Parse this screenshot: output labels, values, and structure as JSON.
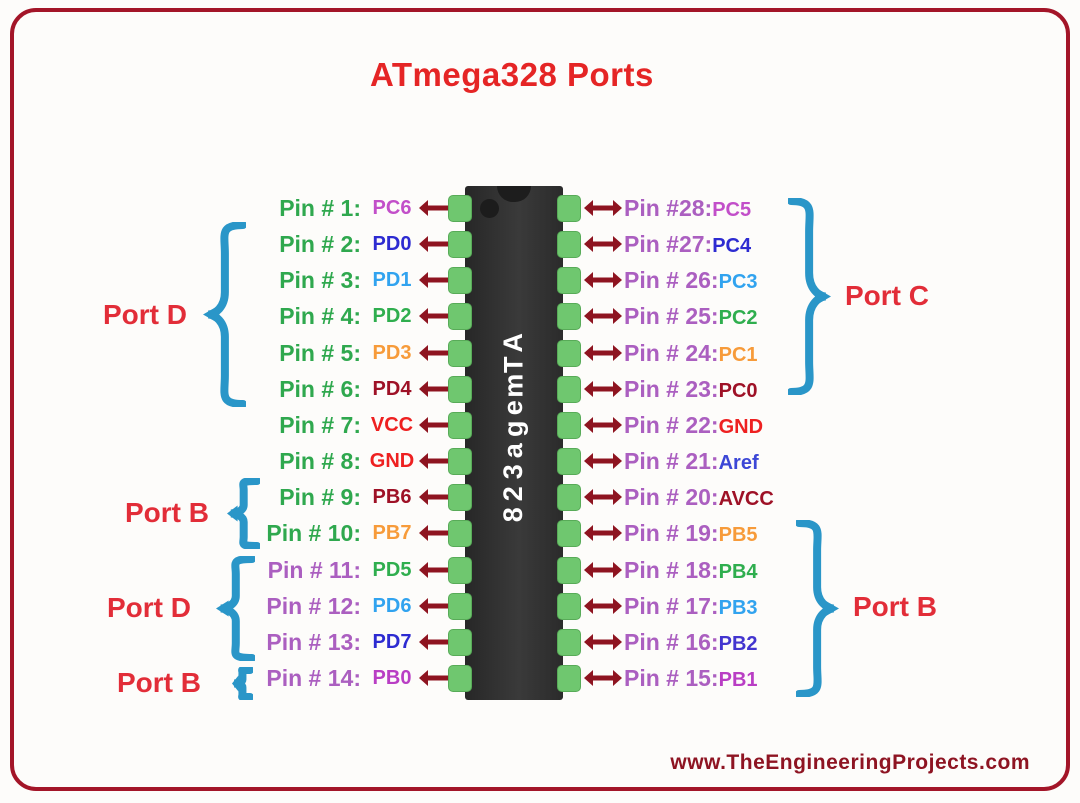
{
  "title": "ATmega328 Ports",
  "chip": {
    "label": "ATmega328"
  },
  "footer": {
    "url": "www.TheEngineeringProjects.com"
  },
  "colors": {
    "frame_border": "#a31528",
    "title_red": "#e52525",
    "port_label_red": "#e22d38",
    "brace_blue": "#2a96c8",
    "arrow_maroon": "#8e1420",
    "left_pin_green": "#2fa84e",
    "pin_purple": "#ab5fc0",
    "chip_body": "#303030",
    "pin_pad_green": "#6fc76f",
    "footer_maroon": "#8e1422"
  },
  "ports": [
    {
      "label": "Port D",
      "side": "left",
      "pins": "2-6"
    },
    {
      "label": "Port B",
      "side": "left",
      "pins": "9-10"
    },
    {
      "label": "Port D",
      "side": "left",
      "pins": "11-13"
    },
    {
      "label": "Port B",
      "side": "left",
      "pins": "14"
    },
    {
      "label": "Port C",
      "side": "right",
      "pins": "28-23"
    },
    {
      "label": "Port B",
      "side": "right",
      "pins": "19-15"
    }
  ],
  "rows": [
    {
      "l_label": "Pin # 1:",
      "l_label_color": "#2fa84e",
      "l_sig": "PC6",
      "l_sig_color": "#c24fc9",
      "r_label": "Pin #28:",
      "r_sig": "PC5",
      "r_sig_color": "#c24fc9"
    },
    {
      "l_label": "Pin # 2:",
      "l_label_color": "#2fa84e",
      "l_sig": "PD0",
      "l_sig_color": "#2d2bd1",
      "r_label": "Pin #27:",
      "r_sig": "PC4",
      "r_sig_color": "#2d2bd1"
    },
    {
      "l_label": "Pin # 3:",
      "l_label_color": "#2fa84e",
      "l_sig": "PD1",
      "l_sig_color": "#31a3ef",
      "r_label": "Pin # 26:",
      "r_sig": "PC3",
      "r_sig_color": "#31a3ef"
    },
    {
      "l_label": "Pin # 4:",
      "l_label_color": "#2fa84e",
      "l_sig": "PD2",
      "l_sig_color": "#2fae4e",
      "r_label": "Pin # 25:",
      "r_sig": "PC2",
      "r_sig_color": "#2fae4e"
    },
    {
      "l_label": "Pin # 5:",
      "l_label_color": "#2fa84e",
      "l_sig": "PD3",
      "l_sig_color": "#f79b3a",
      "r_label": "Pin # 24:",
      "r_sig": "PC1",
      "r_sig_color": "#f79b3a"
    },
    {
      "l_label": "Pin # 6:",
      "l_label_color": "#2fa84e",
      "l_sig": "PD4",
      "l_sig_color": "#9e1126",
      "r_label": "Pin # 23:",
      "r_sig": "PC0",
      "r_sig_color": "#9e1126"
    },
    {
      "l_label": "Pin # 7:",
      "l_label_color": "#2fa84e",
      "l_sig": "VCC",
      "l_sig_color": "#ee2020",
      "r_label": "Pin # 22:",
      "r_sig": "GND",
      "r_sig_color": "#ee2020"
    },
    {
      "l_label": "Pin # 8:",
      "l_label_color": "#2fa84e",
      "l_sig": "GND",
      "l_sig_color": "#ee2020",
      "r_label": "Pin # 21:",
      "r_sig": "Aref",
      "r_sig_color": "#3c47d6"
    },
    {
      "l_label": "Pin # 9:",
      "l_label_color": "#2fa84e",
      "l_sig": "PB6",
      "l_sig_color": "#9e1126",
      "r_label": "Pin # 20:",
      "r_sig": "AVCC",
      "r_sig_color": "#9e1126"
    },
    {
      "l_label": "Pin # 10:",
      "l_label_color": "#2fa84e",
      "l_sig": "PB7",
      "l_sig_color": "#f79b3a",
      "r_label": "Pin # 19:",
      "r_sig": "PB5",
      "r_sig_color": "#f79b3a"
    },
    {
      "l_label": "Pin # 11:",
      "l_label_color": "#ab5fc0",
      "l_sig": "PD5",
      "l_sig_color": "#2fae4e",
      "r_label": "Pin # 18:",
      "r_sig": "PB4",
      "r_sig_color": "#2fae4e"
    },
    {
      "l_label": "Pin # 12:",
      "l_label_color": "#ab5fc0",
      "l_sig": "PD6",
      "l_sig_color": "#31a3ef",
      "r_label": "Pin # 17:",
      "r_sig": "PB3",
      "r_sig_color": "#31a3ef"
    },
    {
      "l_label": "Pin # 13:",
      "l_label_color": "#ab5fc0",
      "l_sig": "PD7",
      "l_sig_color": "#2d2bd1",
      "r_label": "Pin # 16:",
      "r_sig": "PB2",
      "r_sig_color": "#4335cf"
    },
    {
      "l_label": "Pin # 14:",
      "l_label_color": "#ab5fc0",
      "l_sig": "PB0",
      "l_sig_color": "#b93ec4",
      "r_label": "Pin # 15:",
      "r_sig": "PB1",
      "r_sig_color": "#b93ec4"
    }
  ]
}
